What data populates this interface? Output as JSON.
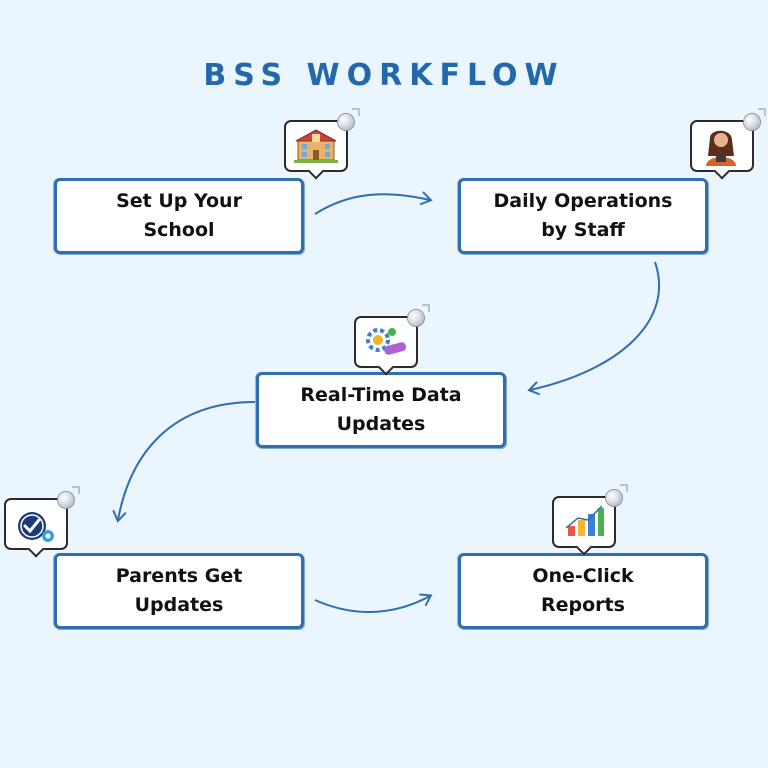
{
  "title": "BSS WORKFLOW",
  "steps": [
    {
      "label": "Set Up Your\nSchool",
      "icon": "school-building-icon"
    },
    {
      "label": "Daily Operations\nby Staff",
      "icon": "staff-member-icon"
    },
    {
      "label": "Real-Time Data\nUpdates",
      "icon": "gear-sync-icon"
    },
    {
      "label": "Parents Get\nUpdates",
      "icon": "checklist-gear-icon"
    },
    {
      "label": "One-Click\nReports",
      "icon": "bar-chart-icon"
    }
  ],
  "colors": {
    "background": "#eaf5fd",
    "accent": "#2f6fb0",
    "title": "#2368ad"
  }
}
